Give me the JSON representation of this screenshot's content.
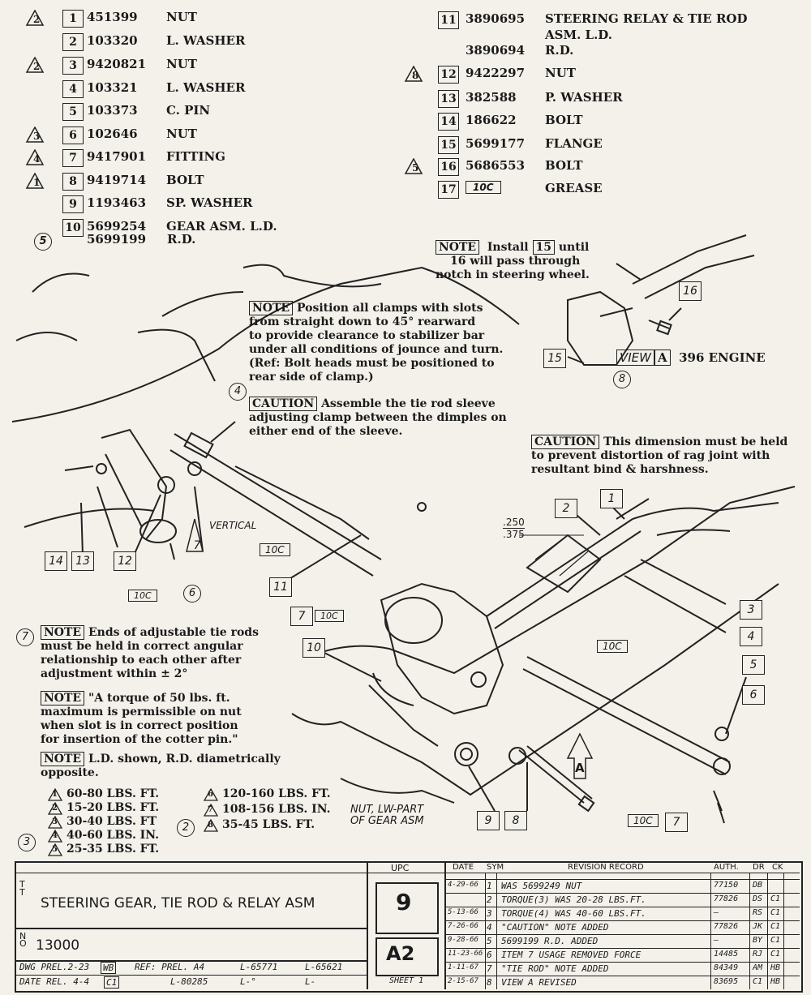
{
  "parts_left": [
    {
      "num": "1",
      "code": "451399",
      "desc": "NUT",
      "flag": "2"
    },
    {
      "num": "2",
      "code": "103320",
      "desc": "L. WASHER",
      "flag": ""
    },
    {
      "num": "3",
      "code": "9420821",
      "desc": "NUT",
      "flag": "2"
    },
    {
      "num": "4",
      "code": "103321",
      "desc": "L. WASHER",
      "flag": ""
    },
    {
      "num": "5",
      "code": "103373",
      "desc": "C. PIN",
      "flag": ""
    },
    {
      "num": "6",
      "code": "102646",
      "desc": "NUT",
      "flag": "3"
    },
    {
      "num": "7",
      "code": "9417901",
      "desc": "FITTING",
      "flag": "4"
    },
    {
      "num": "8",
      "code": "9419714",
      "desc": "BOLT",
      "flag": "1"
    },
    {
      "num": "9",
      "code": "1193463",
      "desc": "SP. WASHER",
      "flag": ""
    },
    {
      "num": "10",
      "code": "5699254",
      "desc": "GEAR ASM.  L.D.",
      "flag": ""
    }
  ],
  "part_10_rd": {
    "code": "5699199",
    "desc": "R.D.",
    "circle": "5"
  },
  "parts_right": [
    {
      "num": "11",
      "code": "3890695",
      "desc": "STEERING RELAY & TIE ROD",
      "flag": ""
    },
    {
      "num": "12",
      "code": "9422297",
      "desc": "NUT",
      "flag": "8"
    },
    {
      "num": "13",
      "code": "382588",
      "desc": "P. WASHER",
      "flag": ""
    },
    {
      "num": "14",
      "code": "186622",
      "desc": "BOLT",
      "flag": ""
    },
    {
      "num": "15",
      "code": "5699177",
      "desc": "FLANGE",
      "flag": ""
    },
    {
      "num": "16",
      "code": "5686553",
      "desc": "BOLT",
      "flag": "5"
    },
    {
      "num": "17",
      "code": "10C",
      "desc": "GREASE",
      "flag": ""
    }
  ],
  "part_11_line2": "ASM. L.D.",
  "part_11_rd": {
    "code": "3890694",
    "desc": "R.D."
  },
  "note_flange": {
    "label": "NOTE",
    "l1": "Install",
    "n1": "15",
    "l1b": "until",
    "n2": "16",
    "l2": "will pass through",
    "l3": "notch in steering wheel."
  },
  "view_a": {
    "label": "VIEW",
    "letter": "A",
    "engine": "396 ENGINE",
    "circle": "8"
  },
  "note_clamps": {
    "label": "NOTE",
    "lines": [
      "Position all clamps with slots",
      "from straight down to 45° rearward",
      "to provide clearance to stabilizer bar",
      "under all conditions of jounce and turn.",
      "(Ref: Bolt heads must be positioned to",
      "rear side of clamp.)"
    ]
  },
  "caution_sleeve": {
    "circle": "4",
    "label": "CAUTION",
    "lines": [
      "Assemble the tie rod sleeve",
      "adjusting clamp between the dimples on",
      "either end of the sleeve."
    ]
  },
  "caution_dim": {
    "label": "CAUTION",
    "lines": [
      "This dimension must be held",
      "to prevent distortion of rag joint with",
      "resultant bind & harshness."
    ]
  },
  "dimension": {
    "top": ".250",
    "bottom": ".375"
  },
  "vertical_label": "VERTICAL",
  "note_ends": {
    "circle": "7",
    "label": "NOTE",
    "lines": [
      "Ends of adjustable tie rods",
      "must be held in correct angular",
      "relationship to each other after",
      "adjustment within ± 2°"
    ]
  },
  "note_torque": {
    "label": "NOTE",
    "lines": [
      "\"A torque of 50 lbs. ft.",
      "maximum is permissible on nut",
      "when slot is in correct position",
      "for insertion of the cotter pin.\""
    ]
  },
  "note_ld": {
    "label": "NOTE",
    "lines": [
      "L.D. shown, R.D. diametrically",
      "opposite."
    ]
  },
  "torques_left": [
    {
      "n": "1",
      "text": "60-80 LBS. FT."
    },
    {
      "n": "2",
      "text": "15-20 LBS.  FT."
    },
    {
      "n": "3",
      "text": "30-40 LBS.  FT"
    },
    {
      "n": "4",
      "text": "40-60 LBS.  IN."
    },
    {
      "n": "5",
      "text": "25-35 LBS. FT."
    }
  ],
  "torques_right": [
    {
      "n": "6",
      "text": "120-160 LBS. FT."
    },
    {
      "n": "7",
      "text": "108-156 LBS. IN."
    },
    {
      "n": "8",
      "text": "35-45 LBS.  FT."
    }
  ],
  "torque_circles": {
    "a": "3",
    "b": "2"
  },
  "nut_lw_note": [
    "NUT, LW-PART",
    "OF GEAR ASM"
  ],
  "callouts": [
    "1",
    "2",
    "3",
    "4",
    "5",
    "6",
    "7",
    "8",
    "9",
    "10",
    "11",
    "12",
    "13",
    "14",
    "15",
    "16"
  ],
  "circles": [
    "6",
    "4",
    "8"
  ],
  "arrow_letter": "A",
  "grease_label": "10C",
  "title_block": {
    "title": "STEERING GEAR, TIE ROD & RELAY ASM",
    "upc_label": "UPC",
    "upc": "9",
    "code": "A2",
    "number": "13000",
    "dwg": "DWG PREL.2-23",
    "wb": "WB",
    "ref": "REF: PREL. A4",
    "ref2": "L-65771",
    "ref3": "L-65621",
    "date": "DATE REL. 4-4",
    "ci": "C1",
    "ref4": "L-80285",
    "ref5": "L-°",
    "ref6": "L-",
    "sheet": "SHEET 1",
    "headers": {
      "date": "DATE",
      "sym": "SYM",
      "rec": "REVISION RECORD",
      "auth": "AUTH.",
      "dr": "DR",
      "ck": "CK"
    },
    "revisions": [
      {
        "date": "4-29-66",
        "sym": "1",
        "rec": "WAS 5699249 NUT",
        "auth": "77150",
        "dr": "DB",
        "ck": ""
      },
      {
        "date": "",
        "sym": "2",
        "rec": "TORQUE(3) WAS 20-28 LBS.FT.",
        "auth": "77826",
        "dr": "DS",
        "ck": "C1"
      },
      {
        "date": "5-13-66",
        "sym": "3",
        "rec": "TORQUE(4) WAS 40-60 LBS.FT.",
        "auth": "—",
        "dr": "RS",
        "ck": "C1"
      },
      {
        "date": "7-26-66",
        "sym": "4",
        "rec": "\"CAUTION\" NOTE ADDED",
        "auth": "77826",
        "dr": "JK",
        "ck": "C1"
      },
      {
        "date": "9-28-66",
        "sym": "5",
        "rec": "5699199 R.D. ADDED",
        "auth": "—",
        "dr": "BY",
        "ck": "C1"
      },
      {
        "date": "11-23-66",
        "sym": "6",
        "rec": "ITEM 7 USAGE REMOVED FORCE",
        "auth": "14485",
        "dr": "RJ",
        "ck": "C1"
      },
      {
        "date": "1-11-67",
        "sym": "7",
        "rec": "\"TIE ROD\" NOTE ADDED",
        "auth": "84349",
        "dr": "AM",
        "ck": "HB"
      },
      {
        "date": "2-15-67",
        "sym": "8",
        "rec": "VIEW A REVISED",
        "auth": "83695",
        "dr": "C1",
        "ck": "HB"
      }
    ]
  }
}
